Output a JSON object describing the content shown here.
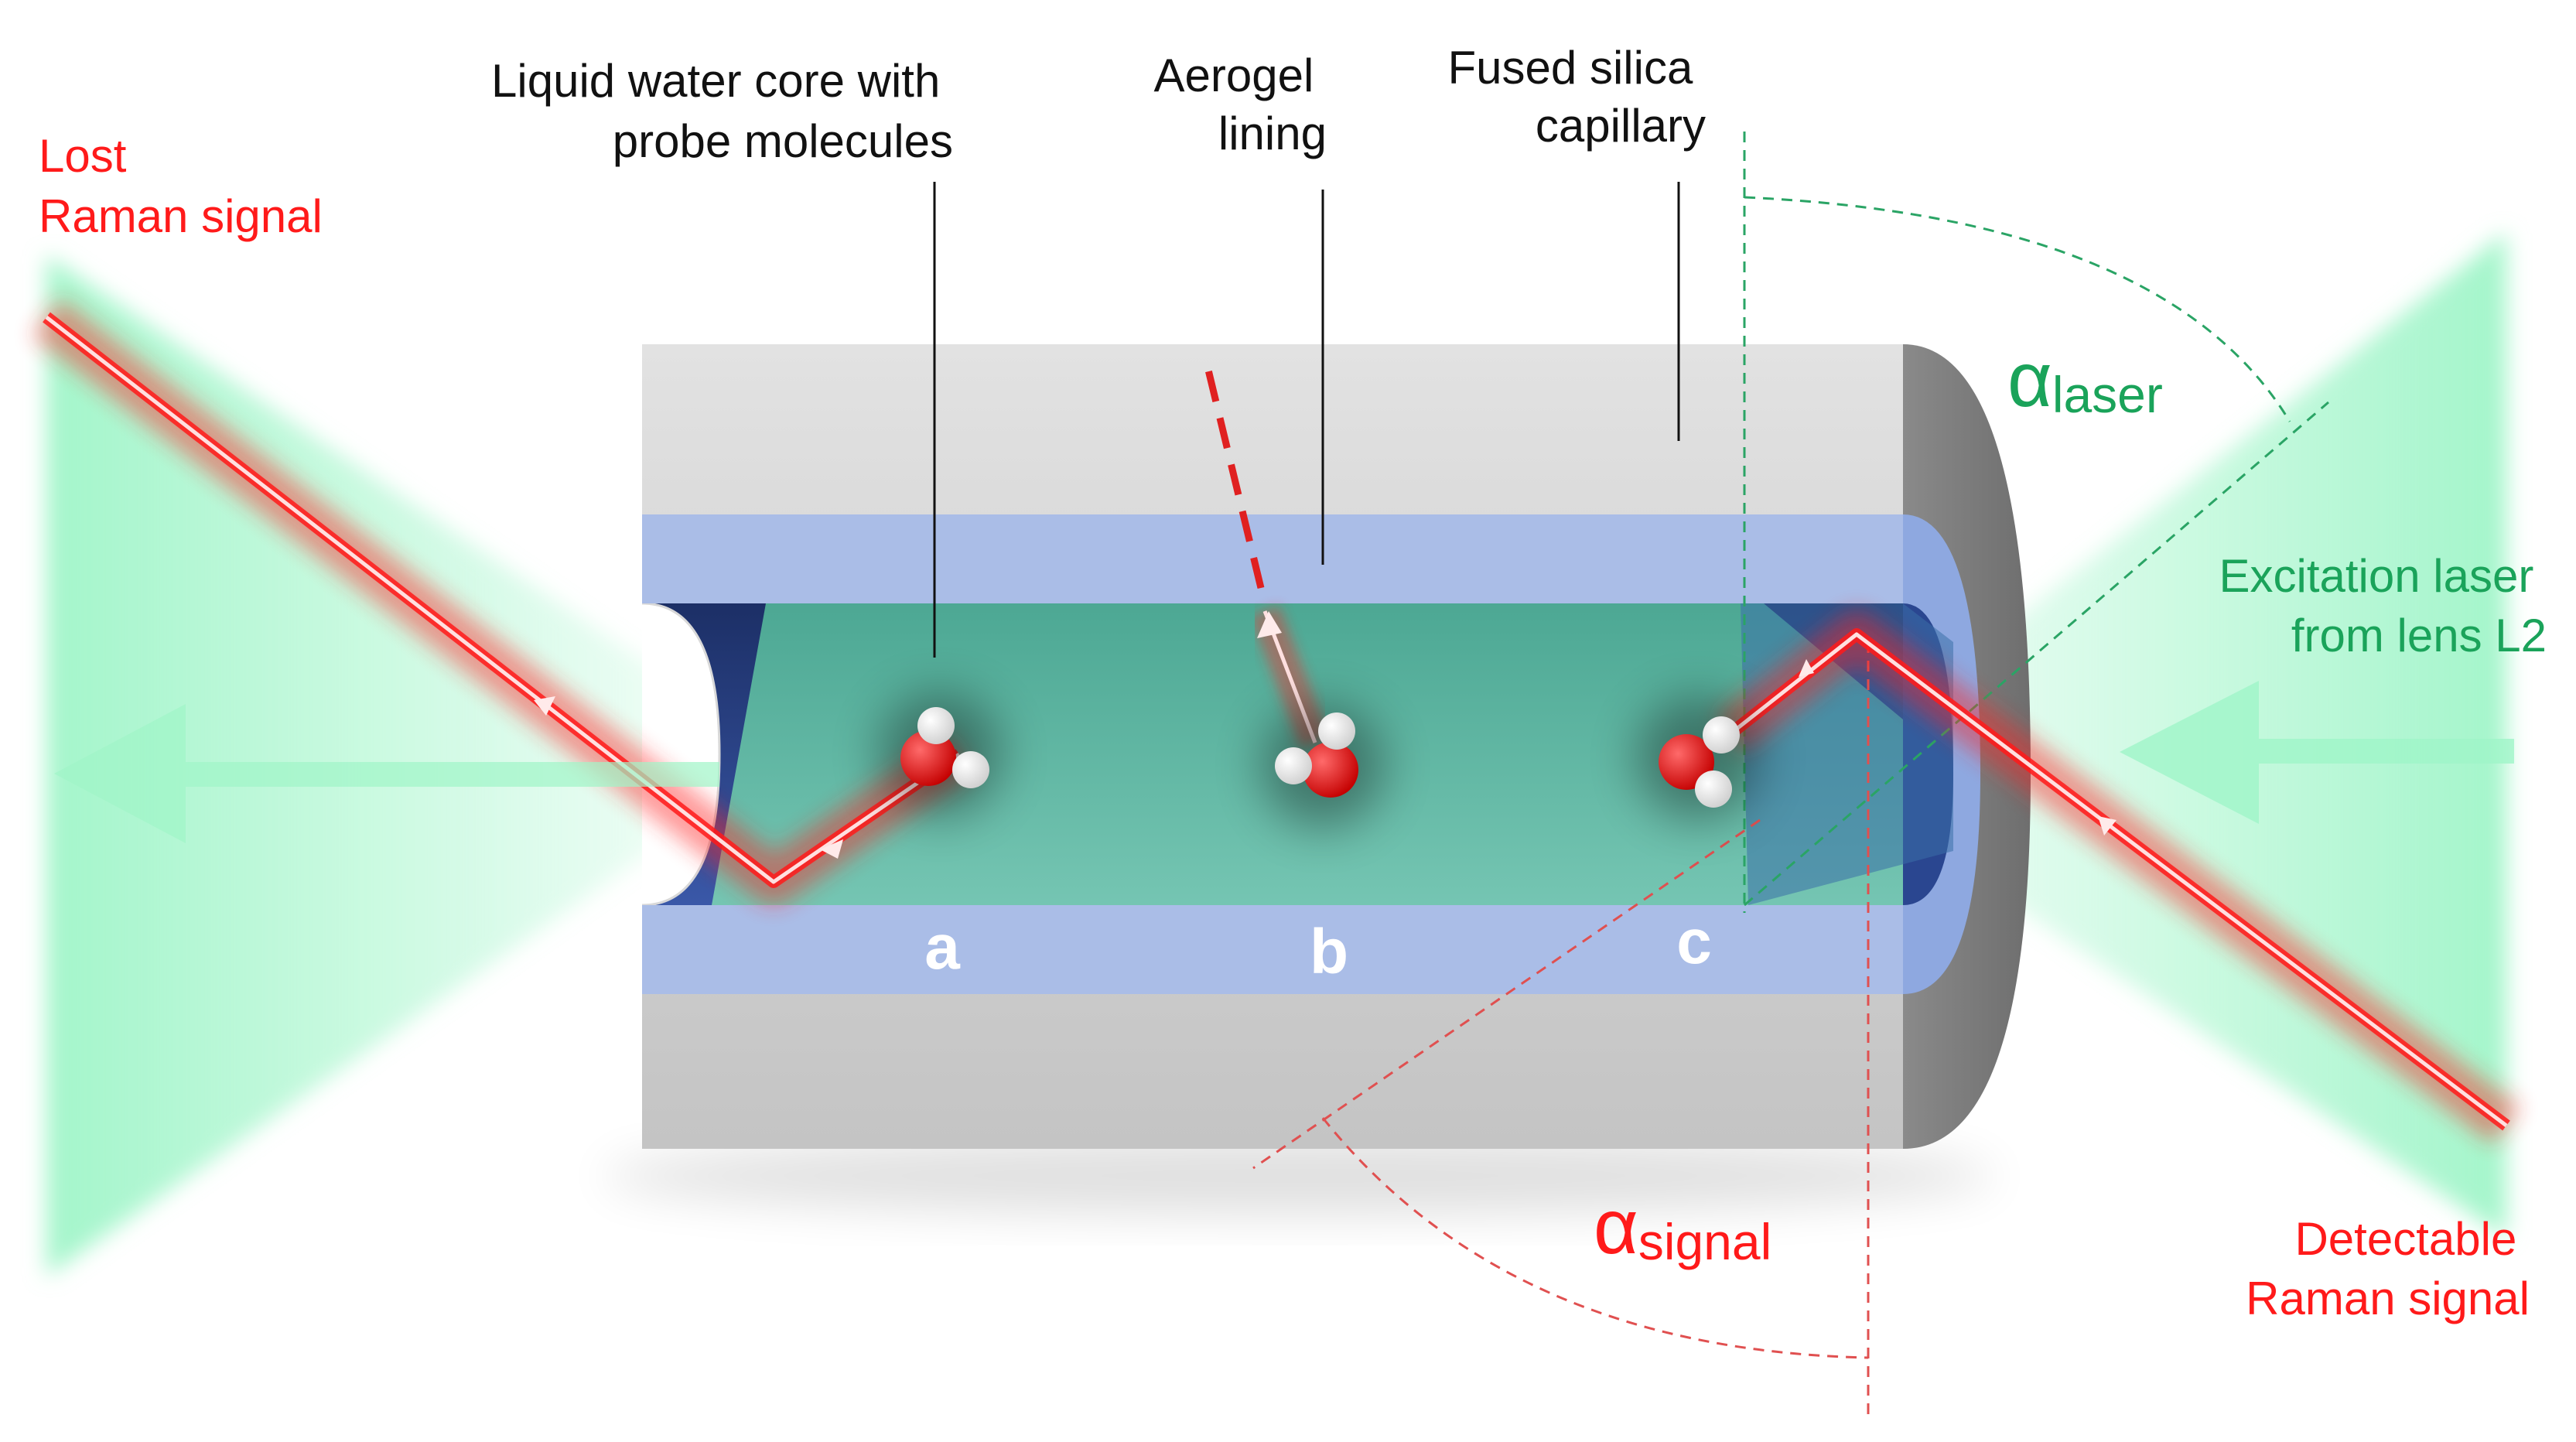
{
  "labels": {
    "core": [
      "Liquid water core with",
      "probe molecules"
    ],
    "aerogel": [
      "Aerogel",
      "lining"
    ],
    "silica": [
      "Fused silica",
      "capillary"
    ],
    "lost": [
      "Lost",
      "Raman signal"
    ],
    "excitation": [
      "Excitation laser",
      "from lens L2"
    ],
    "detectable": [
      "Detectable",
      "Raman signal"
    ],
    "alpha_laser": {
      "symbol": "α",
      "sub": "laser"
    },
    "alpha_signal": {
      "symbol": "α",
      "sub": "signal"
    },
    "positions": [
      "a",
      "b",
      "c"
    ]
  },
  "colors": {
    "signal_red": "#ff1a1a",
    "laser_green": "#1aa35a",
    "green_glow": "#9ff5c8",
    "silica_gray": "#d4d4d4",
    "aerogel_blue": "#a9bde6",
    "core_teal": "#5ab89f",
    "text_black": "#111111"
  }
}
